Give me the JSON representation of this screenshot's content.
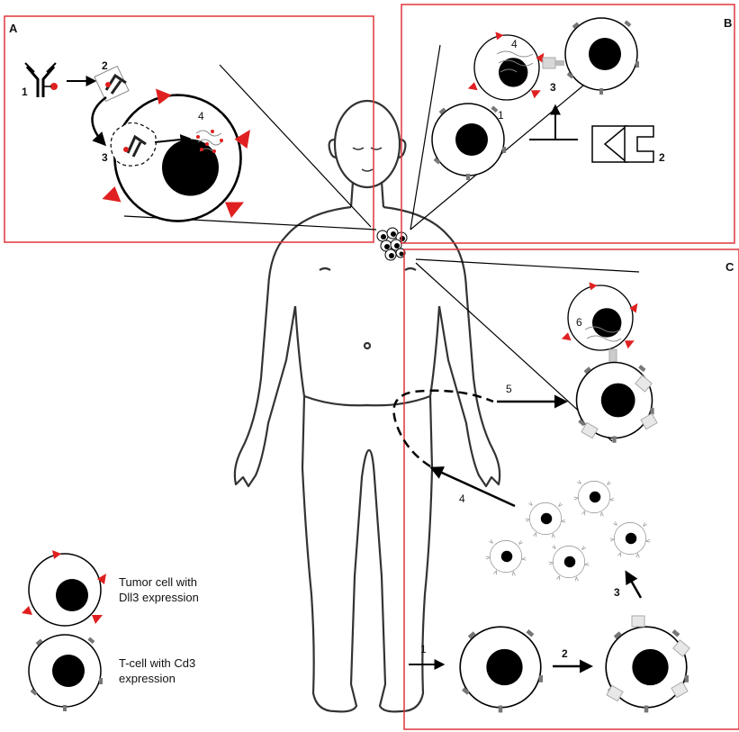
{
  "panels": {
    "a": {
      "letter": "A",
      "steps": [
        "1",
        "2",
        "3",
        "4"
      ]
    },
    "b": {
      "letter": "B",
      "steps": [
        "1",
        "2",
        "3",
        "4"
      ]
    },
    "c": {
      "letter": "C",
      "steps": [
        "1",
        "2",
        "3",
        "4",
        "5",
        "6"
      ]
    }
  },
  "legend": {
    "tumor_line1": "Tumor cell with",
    "tumor_line2": "Dll3 expression",
    "tcell_line1": "T-cell with Cd3",
    "tcell_line2": "expression"
  },
  "colors": {
    "panel_border": "#e0353b",
    "dll3_marker": "#e02020",
    "cd3_marker": "#777777",
    "nucleus": "#000000"
  }
}
